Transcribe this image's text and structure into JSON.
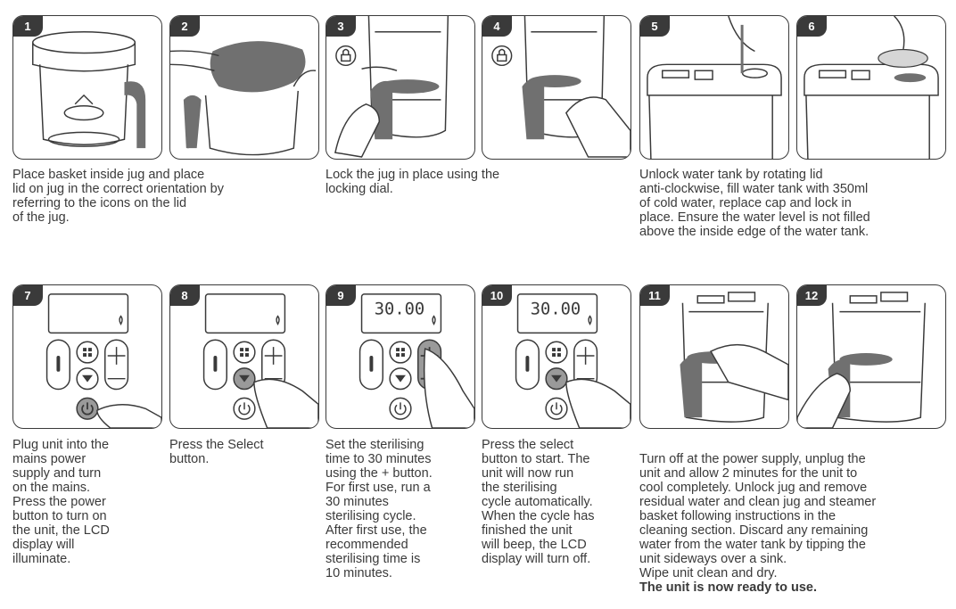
{
  "steps": [
    {
      "num": "1"
    },
    {
      "num": "2"
    },
    {
      "num": "3"
    },
    {
      "num": "4"
    },
    {
      "num": "5"
    },
    {
      "num": "6"
    },
    {
      "num": "7"
    },
    {
      "num": "8"
    },
    {
      "num": "9"
    },
    {
      "num": "10"
    },
    {
      "num": "11"
    },
    {
      "num": "12"
    }
  ],
  "captions": {
    "c1": "Place basket inside jug and place\nlid on jug in the correct orientation by\nreferring to the icons on the lid\nof the jug.",
    "c3": "Lock the jug in place using the\nlocking dial.",
    "c5": "Unlock water tank by rotating lid\nanti-clockwise, fill water tank with 350ml\nof cold water, replace cap and lock in\nplace. Ensure the water level is not filled\nabove the inside edge of the water tank.",
    "c7": "Plug unit into the\nmains power\nsupply and turn\non the mains.\nPress the power\nbutton to turn on\nthe unit, the LCD\ndisplay will\nilluminate.",
    "c8": "Press the Select\nbutton.",
    "c9": "Set the sterilising\ntime to 30 minutes\nusing the + button.\nFor first use, run a\n30 minutes\nsterilising cycle.\nAfter first use, the\nrecommended\nsterilising time is\n10 minutes.",
    "c10": "Press the select\nbutton to start. The\nunit will now run\nthe sterilising\ncycle automatically.\nWhen the cycle has\nfinished the unit\nwill beep, the LCD\ndisplay will turn off.",
    "c11": "Turn off at the power supply, unplug the\nunit and allow 2 minutes for the unit to\ncool completely. Unlock jug and remove\nresidual water and clean jug and steamer\nbasket following instructions in the\ncleaning section. Discard any remaining\nwater from the water tank by tipping the\nunit sideways over a sink.\nWipe unit clean and dry.",
    "c11_bold": "The unit is now ready to use."
  },
  "lcd": {
    "time9": "30.00",
    "time10": "30.00"
  },
  "icons": {
    "lock": "padlock-icon",
    "water": "water-drop-icon",
    "menu": "grid-icon",
    "select": "select-icon",
    "plus": "plus-icon",
    "minus": "minus-icon",
    "power": "power-icon"
  },
  "colors": {
    "ink": "#3a3a3a",
    "grey": "#707070",
    "light": "#d6d6d6"
  }
}
